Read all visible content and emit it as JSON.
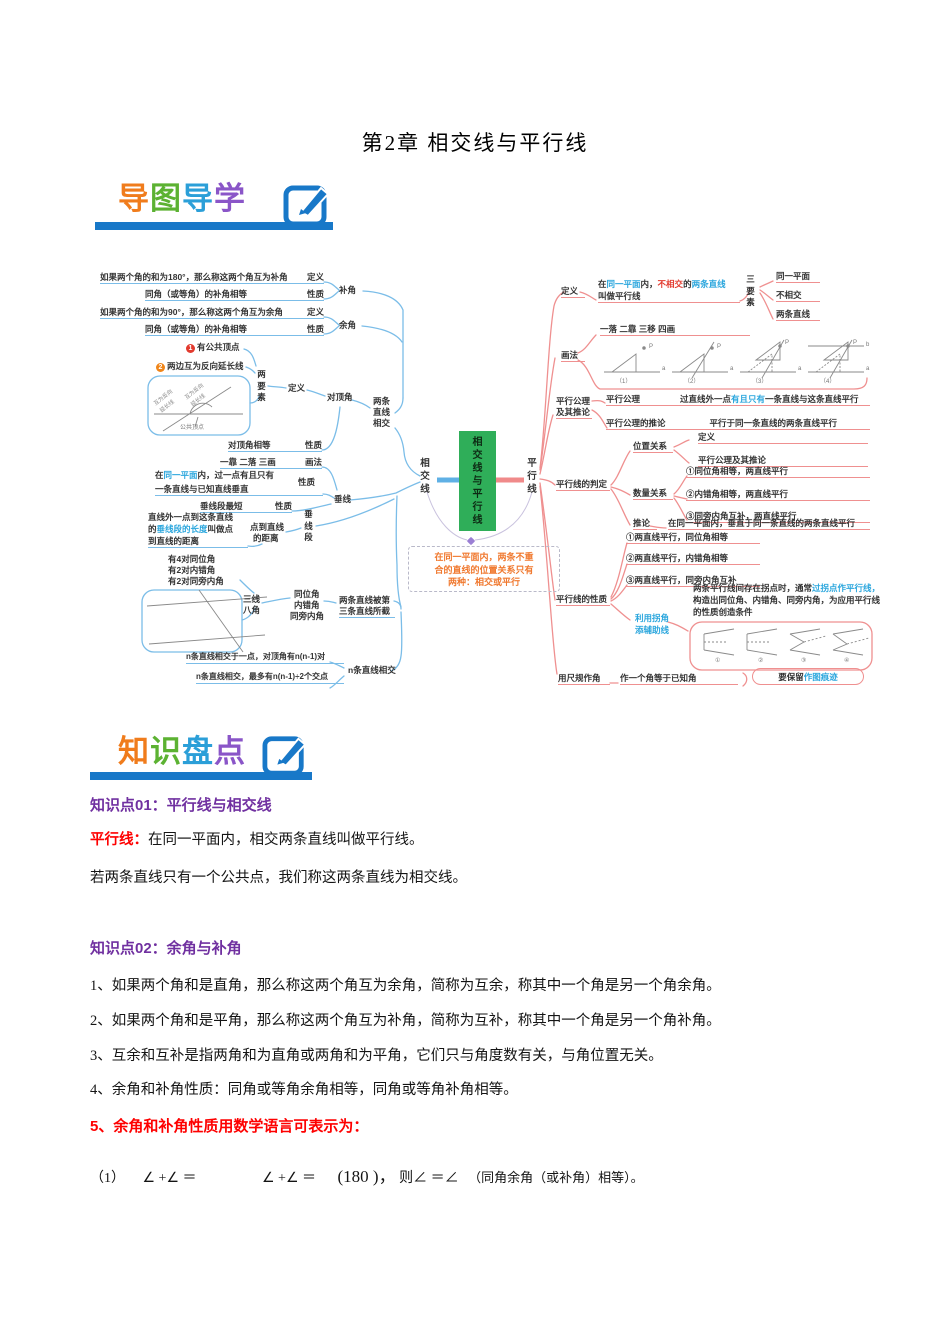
{
  "page": {
    "title": "第2章 相交线与平行线"
  },
  "banners": {
    "map_guide": {
      "c1": "导",
      "c2": "图",
      "c3": "导",
      "c4": "学"
    },
    "knowledge": {
      "c1": "知",
      "c2": "识",
      "c3": "盘",
      "c4": "点"
    }
  },
  "mindmap": {
    "root": "相交线与平行线",
    "left_root": "相交线",
    "right_root": "平行线",
    "note": {
      "l1": "在同一平面内，两条不重",
      "l2": "合的直线的位置关系只有",
      "l3": "两种：相交或平行"
    },
    "left": {
      "bu_def": "如果两个角的和为180°，那么称这两个角互为补角",
      "bu_def_tag": "定义",
      "bu_prop": "同角（或等角）的补角相等",
      "bu_prop_tag": "性质",
      "bu": "补角",
      "yu_def": "如果两个角的和为90°，那么称这两个角互为余角",
      "yu_def_tag": "定义",
      "yu_prop": "同角（或等角）的补角相等",
      "yu_prop_tag": "性质",
      "yu": "余角",
      "dd_p1_num": "1",
      "dd_p1": "有公共顶点",
      "dd_p2_num": "2",
      "dd_p2": "两边互为反向延长线",
      "dd_fig_rot1": "互为反向",
      "dd_fig_rot2": "延长线",
      "dd_fig_rot3": "互为反向",
      "dd_fig_rot4": "延长线",
      "dd_fig_cap": "公共顶点",
      "dd_yaosu": "两要素",
      "dd_def_tag": "定义",
      "dd": "对顶角",
      "dd_prop": "对顶角相等",
      "dd_prop_tag": "性质",
      "hub": "两条直线相交",
      "cx_draw": "一靠 二落 三画",
      "cx_draw_tag": "画法",
      "cx_p1a": "在",
      "cx_p1b": "同一平面",
      "cx_p1c": "内，过一点有且只有",
      "cx_p1d": "一条直线与已知直线垂直",
      "cx_p1_tag": "性质",
      "cx": "垂线",
      "cx_p2": "垂线段最短",
      "cx_p2_tag": "性质",
      "cxd_t1": "直线外一点到这条直线",
      "cxd_t2a": "的",
      "cxd_t2b": "垂线段的长度",
      "cxd_t2c": "叫做点",
      "cxd_t3": "到直线的距离",
      "cxd_mid1": "点到直线",
      "cxd_mid2": "的距离",
      "cxd": "垂线段",
      "sx_l1": "有4对同位角",
      "sx_l2": "有2对内错角",
      "sx_l3": "有2对同旁内角",
      "sx_mid1": "三线",
      "sx_mid2": "八角",
      "sx_a1": "同位角",
      "sx_a2": "内错角",
      "sx_a3": "同旁内角",
      "sx_lab1": "两条直线被第",
      "sx_lab2": "三条直线所截",
      "n_t1": "n条直线相交于一点，对顶角有n(n-1)对",
      "n_t2": "n条直线相交，最多有n(n-1)÷2个交点",
      "n_lab": "n条直线相交"
    },
    "right": {
      "def_tag": "定义",
      "def_a": "在",
      "def_b": "同一平面",
      "def_c": "内，",
      "def_d": "不相交",
      "def_e": "的",
      "def_f": "两条直线",
      "def_g": "叫做平行线",
      "yaosu": "三要素",
      "e1": "同一平面",
      "e2": "不相交",
      "e3": "两条直线",
      "draw_tag": "画法",
      "steps": "一落 二靠 三移 四画",
      "fn1": "（1）",
      "fn2": "（2）",
      "fn3": "（3）",
      "fn4": "（4）",
      "fig_P": "P",
      "fig_a": "a",
      "fig_b": "b",
      "axiom_group1": "平行公理",
      "axiom_group2": "及其推论",
      "axiom_tag": "平行公理",
      "axiom_a": "过直线外一点",
      "axiom_b": "有且只有",
      "axiom_c": "一条直线与这条直线平行",
      "cor_tag": "平行公理的推论",
      "cor": "平行于同一条直线的两条直线平行",
      "pd": "平行线的判定",
      "pd_pos": "位置关系",
      "pd_pos1": "定义",
      "pd_pos2": "平行公理及其推论",
      "pd_num": "数量关系",
      "pd_n1": "①同位角相等，两直线平行",
      "pd_n2": "②内错角相等，两直线平行",
      "pd_n3": "③同旁内角互补，两直线平行",
      "pd_tui_tag": "推论",
      "pd_tui": "在同一平面内，垂直于同一条直线的两条直线平行",
      "pp": "平行线的性质",
      "pp_1": "①两直线平行，同位角相等",
      "pp_2": "②两直线平行，内错角相等",
      "pp_3": "③两直线平行，同旁内角互补",
      "pp_guai1": "利用拐角",
      "pp_guai2": "添辅助线",
      "pp_note_a": "两条平行线间存在拐点时，通常",
      "pp_note_b": "过拐点作平行线，",
      "pp_note_c": "构造出同位角、内错角、同旁内角，为应用平行线",
      "pp_note_d": "的性质创造条件",
      "pp_fn1": "①",
      "pp_fn2": "②",
      "pp_fn3": "③",
      "pp_fn4": "④",
      "cg": "用尺规作角",
      "cg_text": "作一个角等于已知角",
      "cg_note_a": "要保留",
      "cg_note_b": "作图痕迹"
    }
  },
  "sections": {
    "kp1": {
      "heading": "知识点01：平行线与相交线",
      "term": "平行线：",
      "term_def": "在同一平面内，相交两条直线叫做平行线。",
      "line2": "若两条直线只有一个公共点，我们称这两条直线为相交线。"
    },
    "kp2": {
      "heading": "知识点02：余角与补角",
      "i1": "1、如果两个角和是直角，那么称这两个角互为余角，简称为互余，称其中一个角是另一个角余角。",
      "i2": "2、如果两个角和是平角，那么称这两个角互为补角，简称为互补，称其中一个角是另一个角补角。",
      "i3": "3、互余和互补是指两角和为直角或两角和为平角，它们只与角度数有关，与角位置无关。",
      "i4": "4、余角和补角性质：同角或等角余角相等，同角或等角补角相等。",
      "i5": "5、余角和补角性质用数学语言可表示为：",
      "f_num": "（1）",
      "f_a": "∠ +∠  ＝",
      "f_b": "∠ +∠  ＝",
      "f_c": "(180 )，",
      "f_d": "则∠  ＝∠",
      "f_e": "（同角余角（或补角）相等）。"
    }
  }
}
